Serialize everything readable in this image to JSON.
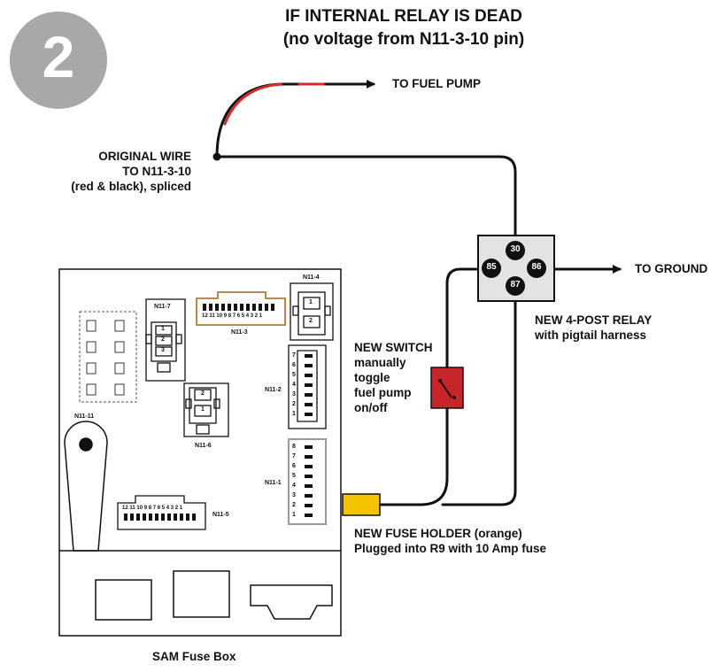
{
  "step_badge": {
    "number": "2",
    "color": "#a8a8a8"
  },
  "title": {
    "line1": "IF INTERNAL RELAY IS DEAD",
    "line2": "(no voltage from N11-3-10 pin)"
  },
  "labels": {
    "fuel_pump": "TO FUEL PUMP",
    "ground": "TO GROUND",
    "original_wire": [
      "ORIGINAL WIRE",
      "TO N11-3-10",
      "(red & black), spliced"
    ],
    "relay": [
      "NEW 4-POST RELAY",
      "with pigtail harness"
    ],
    "switch": [
      "NEW SWITCH",
      "manually",
      "toggle",
      "fuel pump",
      "on/off"
    ],
    "fuse_holder": [
      "NEW FUSE HOLDER (orange)",
      "Plugged into R9 with 10 Amp fuse"
    ],
    "fuse_box": "SAM Fuse Box"
  },
  "relay_pins": {
    "top": "30",
    "left": "85",
    "right": "86",
    "bottom": "87"
  },
  "connectors": {
    "n11_1": {
      "name": "N11-1",
      "pins": [
        "8",
        "7",
        "6",
        "5",
        "4",
        "3",
        "2",
        "1"
      ]
    },
    "n11_2": {
      "name": "N11-2",
      "pins": [
        "7",
        "6",
        "5",
        "4",
        "3",
        "2",
        "1"
      ]
    },
    "n11_3": {
      "name": "N11-3",
      "pins": "12 11 10 9 8 7 6 5 4 3 2 1"
    },
    "n11_4": {
      "name": "N11-4",
      "pins": [
        "1",
        "2"
      ]
    },
    "n11_5": {
      "name": "N11-5",
      "pins": "12 11 10 9 8 7 6 5 4 3 2 1"
    },
    "n11_6": {
      "name": "N11-6",
      "pins": [
        "2",
        "1"
      ]
    },
    "n11_7": {
      "name": "N11-7",
      "pins": [
        "1",
        "2",
        "3"
      ]
    },
    "n11_11": {
      "name": "N11-11"
    }
  },
  "colors": {
    "wire": "#111111",
    "wire_red": "#d42a2a",
    "switch": "#c8252b",
    "fuse_holder": "#f5c400",
    "n11_3_outline": "#b07a3c",
    "n11_1_outline": "#999999"
  }
}
